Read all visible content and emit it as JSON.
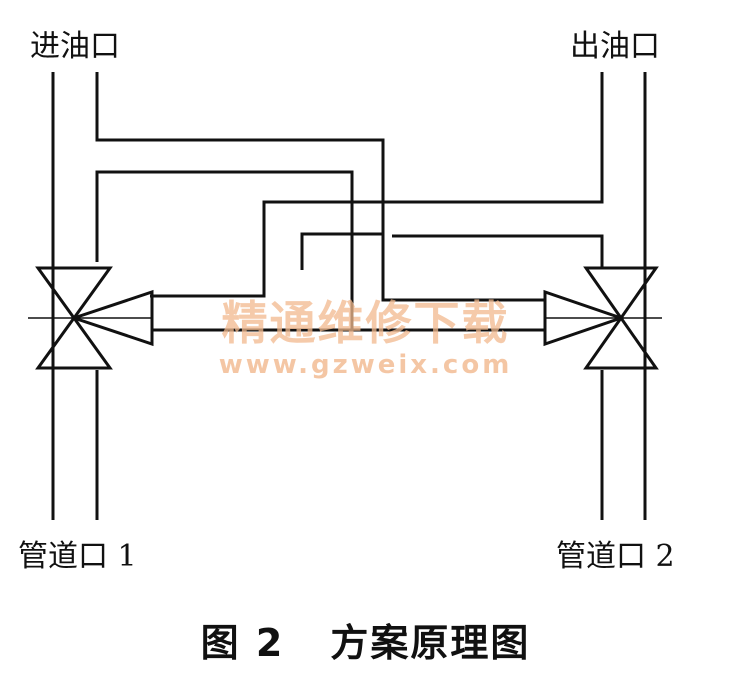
{
  "labels": {
    "inlet": "进油口",
    "outlet": "出油口",
    "port1_text": "管道口",
    "port1_num": "1",
    "port2_text": "管道口",
    "port2_num": "2"
  },
  "caption": {
    "figure": "图 2",
    "title": "方案原理图"
  },
  "watermark": {
    "text": "精通维修下载",
    "url": "www.gzweix.com"
  },
  "colors": {
    "line": "#111111",
    "watermark": "#f2b98e",
    "background": "#ffffff"
  }
}
